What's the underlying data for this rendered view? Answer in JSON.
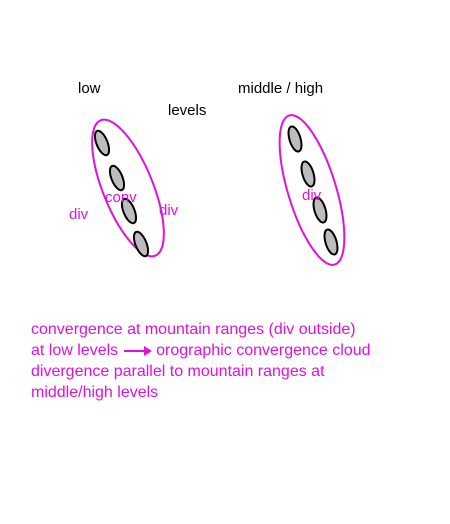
{
  "labels": {
    "low": "low",
    "levels": "levels",
    "middle_high": "middle / high",
    "conv": "conv",
    "div_left": "div",
    "div_right": "div",
    "div_right_panel": "div"
  },
  "caption": {
    "line1": "convergence at mountain ranges (div outside)",
    "line2_before": "at low levels",
    "line2_after": "orographic convergence cloud",
    "line3": "divergence parallel to mountain ranges at",
    "line4": "middle/high levels"
  },
  "colors": {
    "annotation": "#e010e0",
    "text": "#000000",
    "mountain_fill": "#bdbdbd",
    "mountain_stroke": "#000000"
  },
  "icons": {
    "arrow": "right-arrow-icon"
  }
}
